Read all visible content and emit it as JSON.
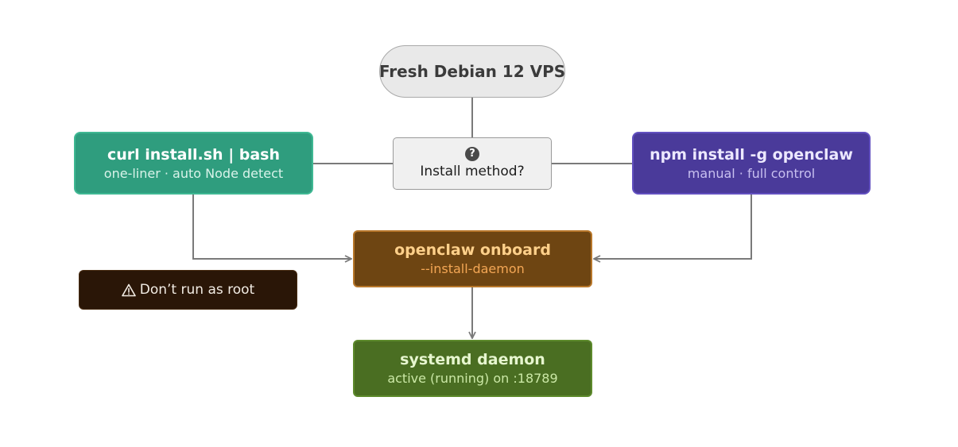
{
  "diagram": {
    "start": {
      "label": "Fresh Debian 12 VPS"
    },
    "decision": {
      "icon": "question-circle-icon",
      "label": "Install method?"
    },
    "curl": {
      "title": "curl install.sh | bash",
      "subtitle": "one-liner · auto Node detect"
    },
    "npm": {
      "title": "npm install -g openclaw",
      "subtitle": "manual · full control"
    },
    "onboard": {
      "title": "openclaw onboard",
      "subtitle": "--install-daemon"
    },
    "daemon": {
      "title": "systemd daemon",
      "subtitle": "active (running) on :18789"
    },
    "warning": {
      "icon": "warning-triangle-icon",
      "label": "Don’t run as root"
    }
  },
  "colors": {
    "connector": "#7a7a7a",
    "curl_fill": "#2f9d7e",
    "npm_fill": "#4a3a9a",
    "onboard_fill": "#6e4512",
    "daemon_fill": "#4a6e22",
    "warning_fill": "#2a1607"
  }
}
